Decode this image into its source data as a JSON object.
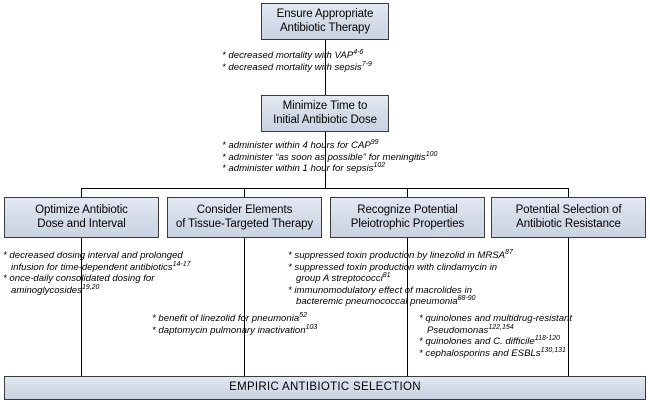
{
  "title": "Ensure Appropriate Antibiotic Therapy flowchart",
  "colors": {
    "box_fill": "#d3dbe8",
    "box_border": "#3a3a3a",
    "text": "#000000",
    "line": "#000000"
  },
  "nodes": {
    "top": {
      "line1": "Ensure Appropriate",
      "line2": "Antibiotic Therapy"
    },
    "second": {
      "line1": "Minimize Time to",
      "line2": "Initial Antibiotic Dose"
    },
    "columns": [
      {
        "line1": "Optimize Antibiotic",
        "line2": "Dose and Interval"
      },
      {
        "line1": "Consider Elements",
        "line2": "of Tissue-Targeted Therapy"
      },
      {
        "line1": "Recognize Potential",
        "line2": "Pleiotrophic Properties"
      },
      {
        "line1": "Potential Selection of",
        "line2": "Antibiotic Resistance"
      }
    ],
    "bottom": {
      "label": "EMPIRIC ANTIBIOTIC SELECTION"
    }
  },
  "annotations": {
    "after_top": {
      "b1": "* decreased mortality with VAP",
      "b1_sup": "4-6",
      "b2": "* decreased mortality with sepsis",
      "b2_sup": "7-9"
    },
    "after_second": {
      "b1": "* administer within 4 hours for CAP",
      "b1_sup": "99",
      "b2": "* administer “as soon as possible” for meningitis",
      "b2_sup": "100",
      "b3": "* administer within 1 hour for sepsis",
      "b3_sup": "102"
    },
    "col1": {
      "b1": "* decreased dosing interval and prolonged",
      "b1c": "infusion for time-dependent antibiotics",
      "b1_sup": "14-17",
      "b2": "* once-daily consolidated dosing for",
      "b2c": "aminoglycosides",
      "b2_sup": "19,20"
    },
    "col2": {
      "b1": "* benefit of linezolid for pneumonia",
      "b1_sup": "52",
      "b2": "* daptomycin pulmonary inactivation",
      "b2_sup": "103"
    },
    "col3": {
      "b1": "* suppressed toxin production by linezolid in MRSA",
      "b1_sup": "87",
      "b2": "* suppressed toxin production with clindamycin in",
      "b2c": "group A streptococci",
      "b2_sup": "81",
      "b3": "* immunomodulatory effect of macrolides in",
      "b3c": "bacteremic pneumococcal pneumonia",
      "b3_sup": "88-90"
    },
    "col4": {
      "b1": "* quinolones and multidrug-resistant",
      "b1c": "Pseudomonas",
      "b1_sup": "122,154",
      "b2": "* quinolones and C. difficile",
      "b2_sup": "118-120",
      "b3": "* cephalosporins and ESBLs",
      "b3_sup": "130,131"
    }
  }
}
